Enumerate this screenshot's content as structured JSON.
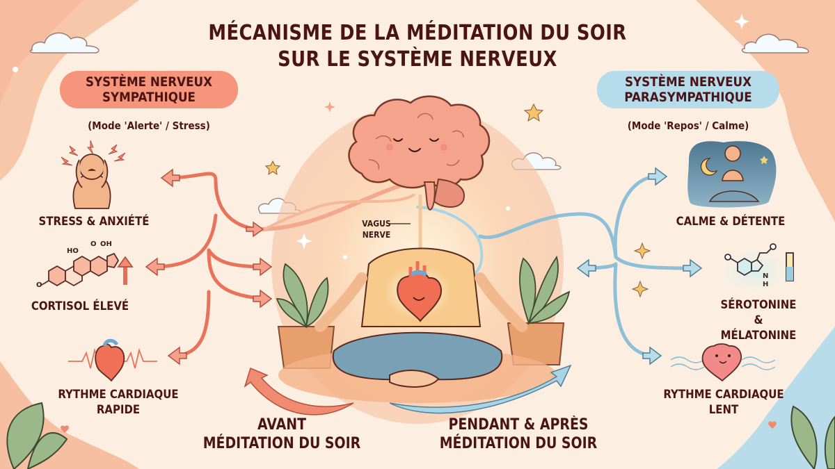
{
  "title": {
    "line1": "MÉCANISME DE LA MÉDITATION DU SOIR",
    "line2": "SUR LE SYSTÈME NERVEUX"
  },
  "sympathetic": {
    "heading_line1": "SYSTÈME NERVEUX",
    "heading_line2": "SYMPATHIQUE",
    "subtitle": "(Mode 'Alerte' / Stress)",
    "color": "#f08a70",
    "effects": [
      {
        "icon": "stressed-person-icon",
        "line1": "STRESS & ANXIÉTÉ",
        "line2": ""
      },
      {
        "icon": "cortisol-molecule-icon",
        "line1": "CORTISOL ÉLEVÉ",
        "line2": ""
      },
      {
        "icon": "fast-heartbeat-icon",
        "line1": "RYTHME CARDIAQUE",
        "line2": "RAPIDE"
      }
    ],
    "molecule_labels": {
      "o_top": "O",
      "oh": "OH",
      "ho": "HO",
      "o_left": "O"
    }
  },
  "parasympathetic": {
    "heading_line1": "SYSTÈME NERVEUX",
    "heading_line2": "PARASYMPATHIQUE",
    "subtitle": "(Mode 'Repos' / Calme)",
    "color": "#a9d4e6",
    "effects": [
      {
        "icon": "meditating-person-night-icon",
        "line1": "CALME & DÉTENTE",
        "line2": ""
      },
      {
        "icon": "serotonin-molecule-icon",
        "line1": "SÉROTONINE",
        "line2": "& MÉLATONINE"
      },
      {
        "icon": "slow-heartbeat-icon",
        "line1": "RYTHME CARDIAQUE",
        "line2": "LENT"
      }
    ],
    "molecule_labels": {
      "n": "N",
      "h": "H"
    }
  },
  "center": {
    "vagus_line1": "VAGUS",
    "vagus_line2": "NERVE"
  },
  "bottom": {
    "before_line1": "AVANT",
    "before_line2": "MÉDITATION DU SOIR",
    "after_line1": "PENDANT & APRÈS",
    "after_line2": "MÉDITATION DU SOIR"
  },
  "colors": {
    "background": "#fcefe2",
    "text": "#4a1414",
    "sympathetic_arrow": "#f08a70",
    "parasympathetic_arrow": "#a9d4e6",
    "outline": "#5a2a20"
  }
}
